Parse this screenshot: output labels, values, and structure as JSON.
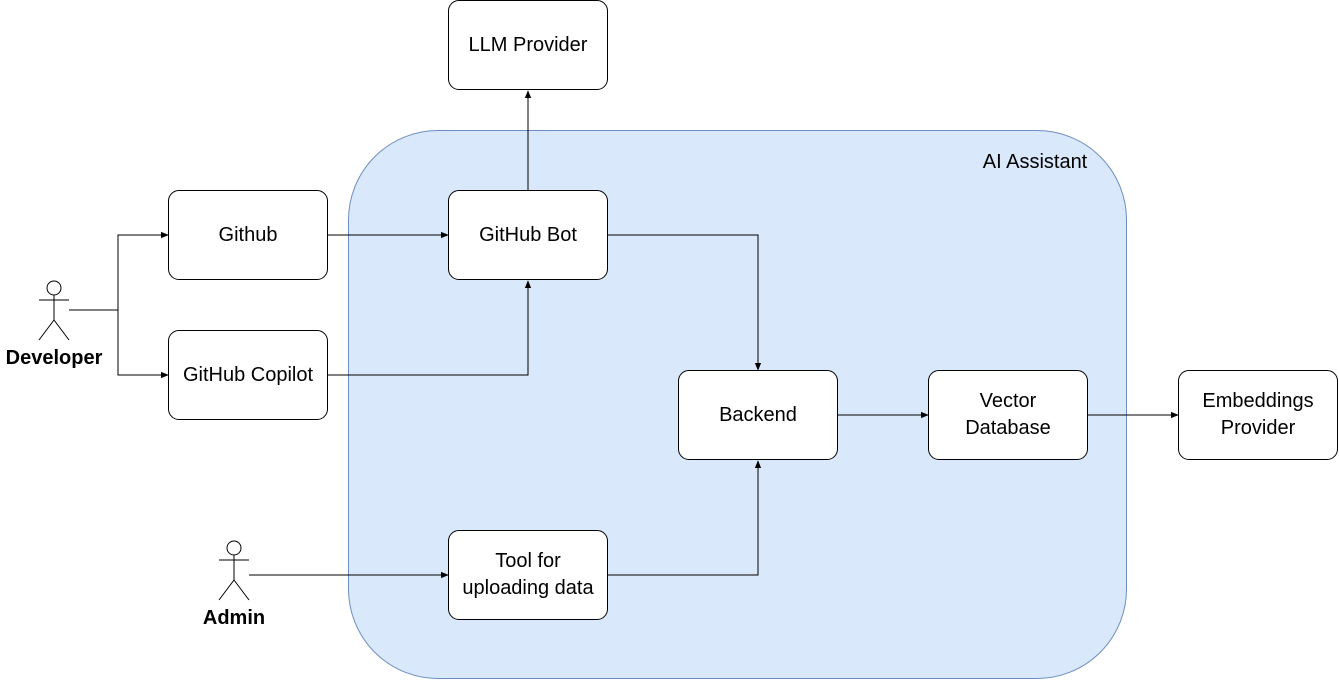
{
  "group": {
    "label": "AI Assistant",
    "fill": "#dae8fc",
    "stroke": "#6c8ebf"
  },
  "nodes": {
    "llm_provider": "LLM Provider",
    "github": "Github",
    "github_copilot": "GitHub Copilot",
    "github_bot": "GitHub Bot",
    "backend": "Backend",
    "vector_database": [
      "Vector",
      "Database"
    ],
    "embeddings_provider": [
      "Embeddings",
      "Provider"
    ],
    "upload_tool": [
      "Tool for",
      "uploading data"
    ]
  },
  "actors": {
    "developer": "Developer",
    "admin": "Admin"
  },
  "edges": [
    {
      "from": "Developer",
      "to": "Github"
    },
    {
      "from": "Developer",
      "to": "GitHub Copilot"
    },
    {
      "from": "Github",
      "to": "GitHub Bot"
    },
    {
      "from": "GitHub Copilot",
      "to": "GitHub Bot"
    },
    {
      "from": "GitHub Bot",
      "to": "LLM Provider"
    },
    {
      "from": "GitHub Bot",
      "to": "Backend"
    },
    {
      "from": "Admin",
      "to": "Tool for uploading data"
    },
    {
      "from": "Tool for uploading data",
      "to": "Backend"
    },
    {
      "from": "Backend",
      "to": "Vector Database"
    },
    {
      "from": "Vector Database",
      "to": "Embeddings Provider"
    }
  ]
}
